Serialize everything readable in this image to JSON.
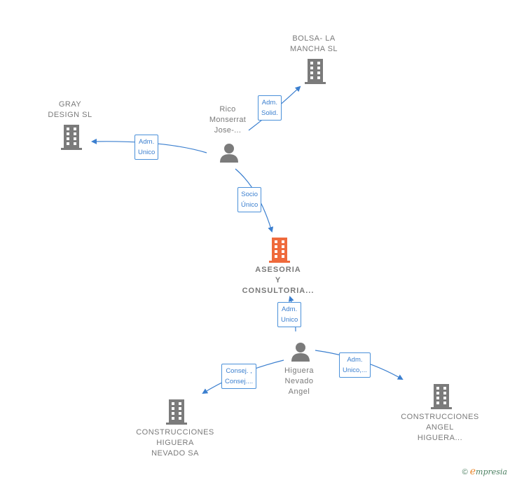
{
  "nodes": {
    "focus": {
      "label": "ASESORIA\nY\nCONSULTORIA...",
      "color": "#ef6a3c"
    },
    "bolsa": {
      "label": "BOLSA- LA\nMANCHA  SL"
    },
    "gray": {
      "label": "GRAY\nDESIGN  SL"
    },
    "rico": {
      "label": "Rico\nMonserrat\nJose-..."
    },
    "higuera": {
      "label": "Higuera\nNevado\nAngel"
    },
    "const_sa": {
      "label": "CONSTRUCCIONES\nHIGUERA\nNEVADO SA"
    },
    "const_angel": {
      "label": "CONSTRUCCIONES\nANGEL\nHIGUERA..."
    }
  },
  "edges": {
    "adm_solid": "Adm.\nSolid.",
    "adm_unico_gray": "Adm.\nUnico",
    "socio_unico": "Socio\nÚnico",
    "adm_unico_focus": "Adm.\nUnico",
    "consej": "Consej. ,\nConsej....",
    "adm_unico_dots": "Adm.\nUnico,..."
  },
  "colors": {
    "building": "#7b7b7b",
    "person": "#7b7b7b",
    "edge": "#3b7fcf"
  },
  "brand": {
    "copyright": "©",
    "e": "e",
    "rest": "mpresia"
  }
}
